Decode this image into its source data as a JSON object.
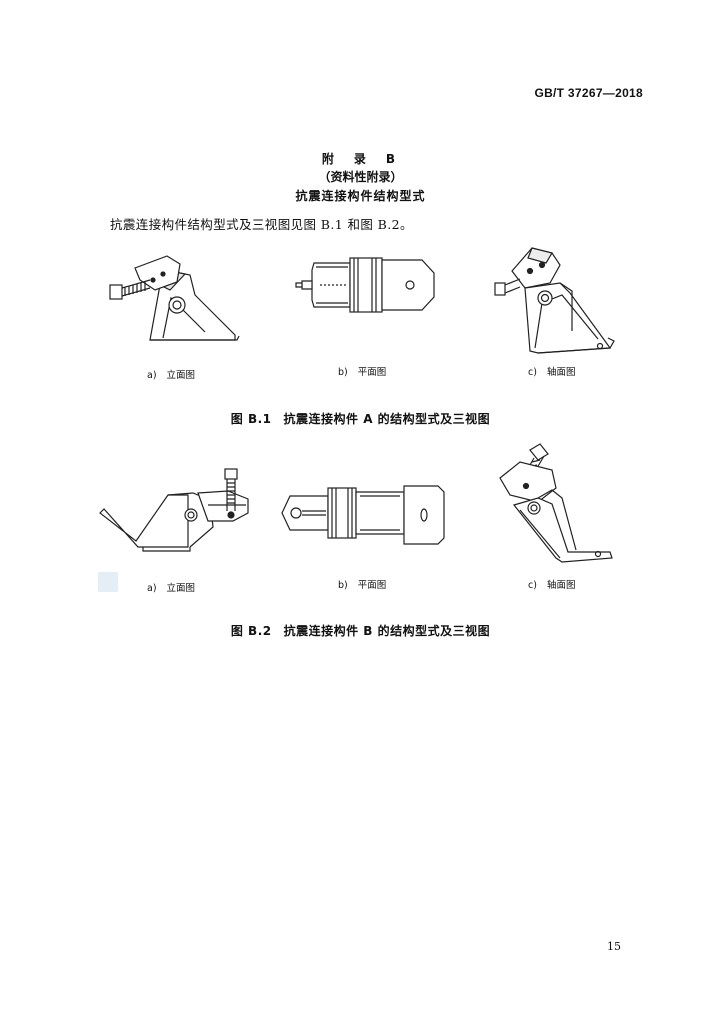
{
  "header": {
    "standard_number": "GB/T 37267—2018"
  },
  "appendix": {
    "title": "附　录　B",
    "subtitle": "（资料性附录）",
    "heading": "抗震连接构件结构型式"
  },
  "intro_text": "抗震连接构件结构型式及三视图见图 B.1 和图 B.2。",
  "figures": [
    {
      "subfigures": [
        {
          "label": "a)",
          "name": "立面图"
        },
        {
          "label": "b)",
          "name": "平面图"
        },
        {
          "label": "c)",
          "name": "轴面图"
        }
      ],
      "caption_number": "图 B.1",
      "caption_text": "抗震连接构件 A 的结构型式及三视图"
    },
    {
      "subfigures": [
        {
          "label": "a)",
          "name": "立面图"
        },
        {
          "label": "b)",
          "name": "平面图"
        },
        {
          "label": "c)",
          "name": "轴面图"
        }
      ],
      "caption_number": "图 B.2",
      "caption_text": "抗震连接构件 B 的结构型式及三视图"
    }
  ],
  "page_number": "15"
}
